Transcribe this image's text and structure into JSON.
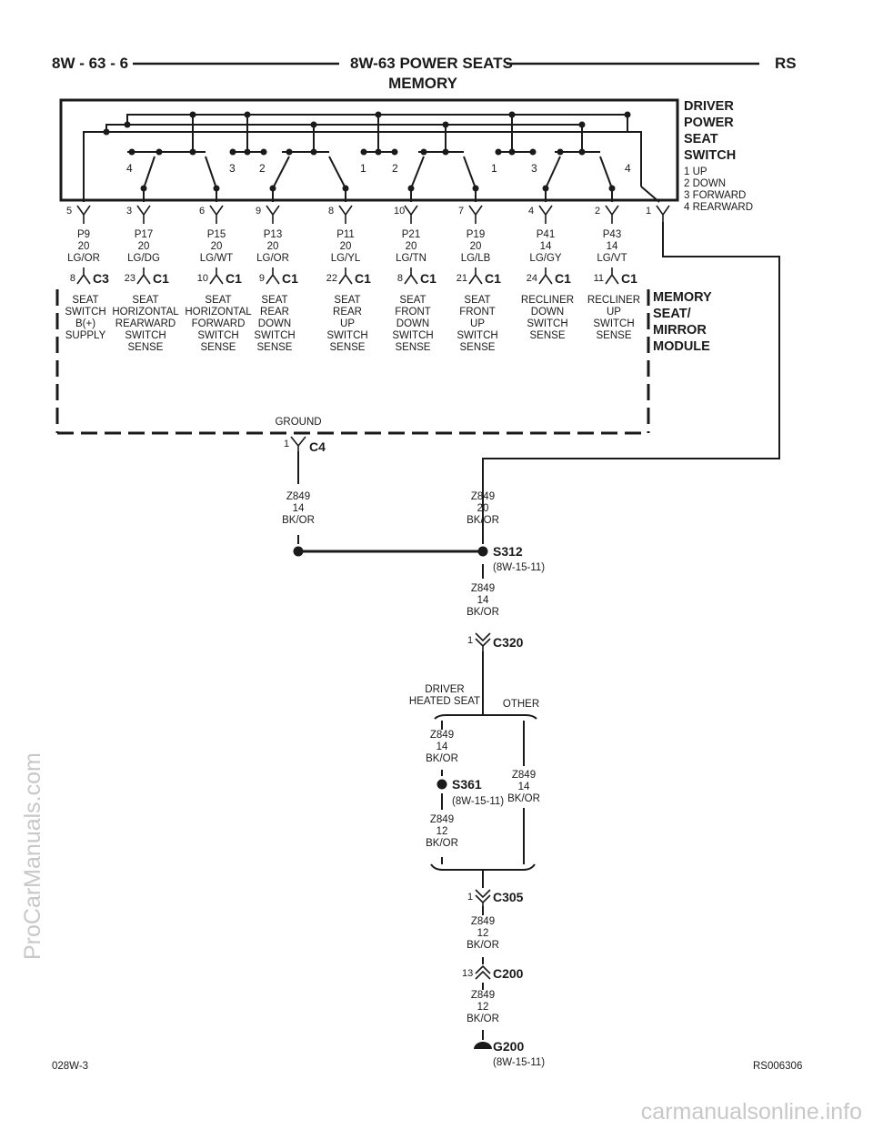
{
  "header": {
    "left": "8W - 63 - 6",
    "title_line1": "8W-63 POWER SEATS",
    "title_line2": "MEMORY",
    "right": "RS"
  },
  "switch": {
    "name_lines": [
      "DRIVER",
      "POWER",
      "SEAT",
      "SWITCH"
    ],
    "legend": [
      "1 UP",
      "2 DOWN",
      "3 FORWARD",
      "4 REARWARD"
    ],
    "position_labels": [
      "4",
      "3",
      "2",
      "1",
      "2",
      "1",
      "3",
      "4"
    ],
    "pins": [
      "5",
      "3",
      "6",
      "9",
      "8",
      "10",
      "7",
      "4",
      "2",
      "1"
    ]
  },
  "wires": [
    {
      "id": "P9",
      "gauge": "20",
      "color": "LG/OR"
    },
    {
      "id": "P17",
      "gauge": "20",
      "color": "LG/DG"
    },
    {
      "id": "P15",
      "gauge": "20",
      "color": "LG/WT"
    },
    {
      "id": "P13",
      "gauge": "20",
      "color": "LG/OR"
    },
    {
      "id": "P11",
      "gauge": "20",
      "color": "LG/YL"
    },
    {
      "id": "P21",
      "gauge": "20",
      "color": "LG/TN"
    },
    {
      "id": "P19",
      "gauge": "20",
      "color": "LG/LB"
    },
    {
      "id": "P41",
      "gauge": "14",
      "color": "LG/GY"
    },
    {
      "id": "P43",
      "gauge": "14",
      "color": "LG/VT"
    }
  ],
  "module_connectors": [
    {
      "pin": "8",
      "conn": "C3",
      "desc": [
        "SEAT",
        "SWITCH",
        "B(+)",
        "SUPPLY"
      ]
    },
    {
      "pin": "23",
      "conn": "C1",
      "desc": [
        "SEAT",
        "HORIZONTAL",
        "REARWARD",
        "SWITCH",
        "SENSE"
      ]
    },
    {
      "pin": "10",
      "conn": "C1",
      "desc": [
        "SEAT",
        "HORIZONTAL",
        "FORWARD",
        "SWITCH",
        "SENSE"
      ]
    },
    {
      "pin": "9",
      "conn": "C1",
      "desc": [
        "SEAT",
        "REAR",
        "DOWN",
        "SWITCH",
        "SENSE"
      ]
    },
    {
      "pin": "22",
      "conn": "C1",
      "desc": [
        "SEAT",
        "REAR",
        "UP",
        "SWITCH",
        "SENSE"
      ]
    },
    {
      "pin": "8",
      "conn": "C1",
      "desc": [
        "SEAT",
        "FRONT",
        "DOWN",
        "SWITCH",
        "SENSE"
      ]
    },
    {
      "pin": "21",
      "conn": "C1",
      "desc": [
        "SEAT",
        "FRONT",
        "UP",
        "SWITCH",
        "SENSE"
      ]
    },
    {
      "pin": "24",
      "conn": "C1",
      "desc": [
        "RECLINER",
        "DOWN",
        "SWITCH",
        "SENSE"
      ]
    },
    {
      "pin": "11",
      "conn": "C1",
      "desc": [
        "RECLINER",
        "UP",
        "SWITCH",
        "SENSE"
      ]
    }
  ],
  "module": {
    "name_lines": [
      "MEMORY",
      "SEAT/",
      "MIRROR",
      "MODULE"
    ],
    "ground_label": "GROUND",
    "ground_pin": "1",
    "ground_conn": "C4"
  },
  "ground_path": {
    "wire_left": [
      "Z849",
      "14",
      "BK/OR"
    ],
    "wire_right": [
      "Z849",
      "20",
      "BK/OR"
    ],
    "splice1": "S312",
    "splice1_ref": "(8W-15-11)",
    "wire_s312_down": [
      "Z849",
      "14",
      "BK/OR"
    ],
    "c320_pin": "1",
    "c320": "C320",
    "branch_left": [
      "DRIVER",
      "HEATED SEAT"
    ],
    "branch_right": "OTHER",
    "wire_driver": [
      "Z849",
      "14",
      "BK/OR"
    ],
    "wire_other": [
      "Z849",
      "14",
      "BK/OR"
    ],
    "splice2": "S361",
    "splice2_ref": "(8W-15-11)",
    "wire_s361_down": [
      "Z849",
      "12",
      "BK/OR"
    ],
    "c305_pin": "1",
    "c305": "C305",
    "wire_c305_down": [
      "Z849",
      "12",
      "BK/OR"
    ],
    "c200_pin": "13",
    "c200": "C200",
    "wire_c200_down": [
      "Z849",
      "12",
      "BK/OR"
    ],
    "ground": "G200",
    "ground_ref": "(8W-15-11)"
  },
  "footer": {
    "left": "028W-3",
    "right": "RS006306"
  },
  "watermarks": {
    "side": "ProCarManuals.com",
    "bottom": "carmanualsonline.info"
  }
}
